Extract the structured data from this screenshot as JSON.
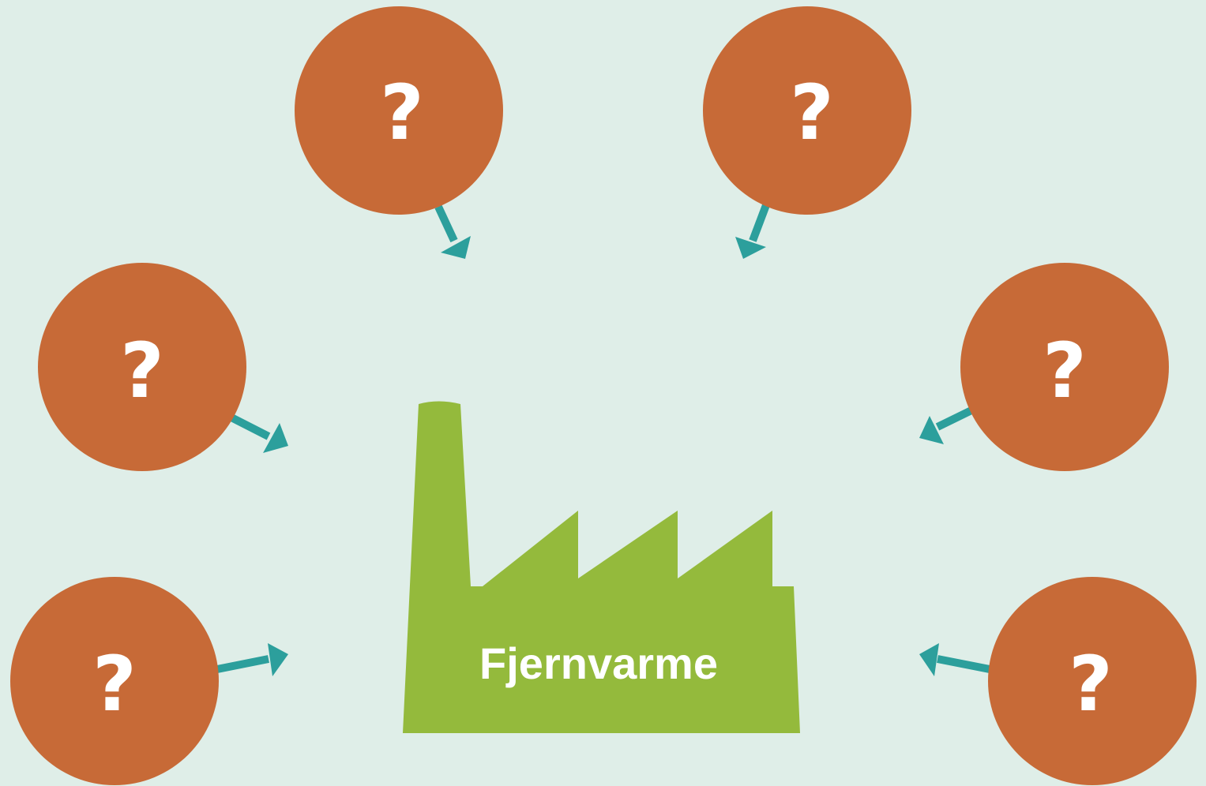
{
  "colors": {
    "background": "#dfeee8",
    "source_circle": "#c76a37",
    "arrow": "#2c9f9c",
    "factory": "#94ba3c",
    "text": "#ffffff"
  },
  "factory": {
    "icon": "factory-icon",
    "label": "Fjernvarme"
  },
  "sources": [
    {
      "id": "top-left",
      "label": "?"
    },
    {
      "id": "top-right",
      "label": "?"
    },
    {
      "id": "middle-left",
      "label": "?"
    },
    {
      "id": "middle-right",
      "label": "?"
    },
    {
      "id": "bottom-left",
      "label": "?"
    },
    {
      "id": "bottom-right",
      "label": "?"
    }
  ]
}
